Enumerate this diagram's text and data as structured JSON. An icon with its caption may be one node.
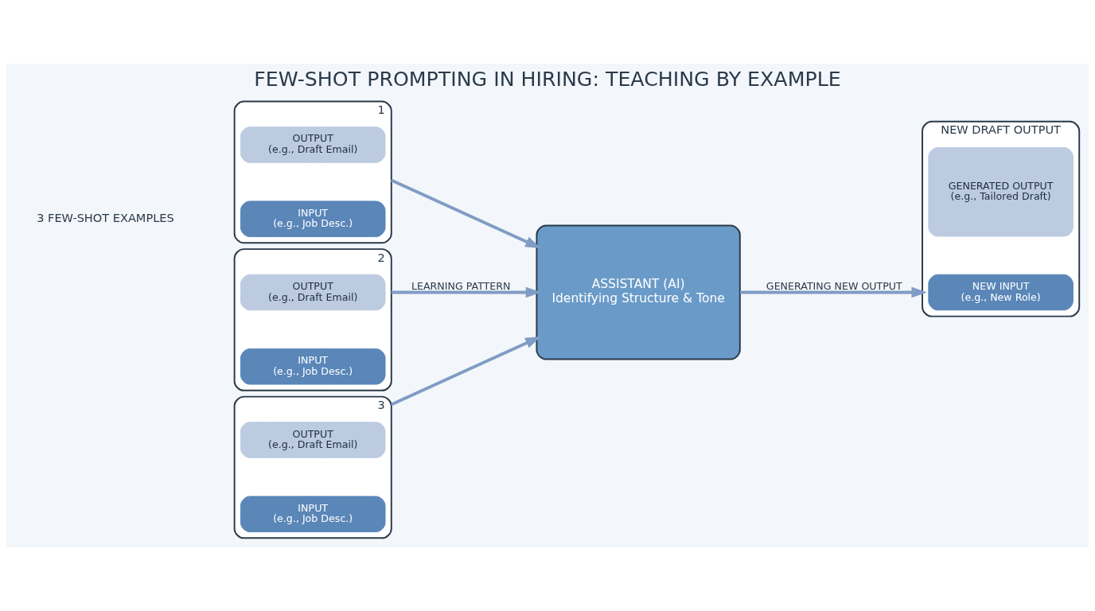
{
  "diagram": {
    "title": "FEW-SHOT PROMPTING IN HIRING: TEACHING BY EXAMPLE",
    "nodes": [
      {
        "text": [
          "1"
        ]
      },
      {
        "text": [
          "INPUT",
          "(e.g., Job Desc.)"
        ],
        "in": 0
      },
      {
        "text": [
          "OUTPUT",
          "(e.g., Draft Email)"
        ],
        "in": 0
      },
      {
        "text": [
          "2"
        ]
      },
      {
        "text": [
          "INPUT",
          "(e.g., Job Desc.)"
        ],
        "in": 3
      },
      {
        "text": [
          "OUTPUT",
          "(e.g., Draft Email)"
        ],
        "in": 3
      },
      {
        "text": [
          "3"
        ]
      },
      {
        "text": [
          "INPUT",
          "(e.g., Job Desc.)"
        ],
        "in": 6
      },
      {
        "text": [
          "OUTPUT",
          "(e.g., Draft Email)"
        ],
        "in": 6
      },
      {
        "text": [
          "ASSISTANT (AI)",
          "Identifying Structure & Tone"
        ]
      },
      {
        "text": [
          "NEW DRAFT OUTPUT"
        ]
      },
      {
        "text": [
          "NEW INPUT",
          "(e.g., New Role)"
        ],
        "in": 10
      },
      {
        "text": [
          "GENERATED OUTPUT",
          "(e.g., Tailored Draft)"
        ],
        "in": 10
      }
    ],
    "edges": [
      {
        "from": 0,
        "to": 9,
        "arrow": "to"
      },
      {
        "from": 3,
        "to": 9,
        "arrow": "to",
        "label": "LEARNING PATTERN"
      },
      {
        "from": 6,
        "to": 9,
        "arrow": "to"
      },
      {
        "from": 9,
        "to": 10,
        "arrow": "to",
        "label": "GENERATING NEW OUTPUT"
      }
    ],
    "labels": [
      "3 FEW-SHOT EXAMPLES"
    ]
  }
}
